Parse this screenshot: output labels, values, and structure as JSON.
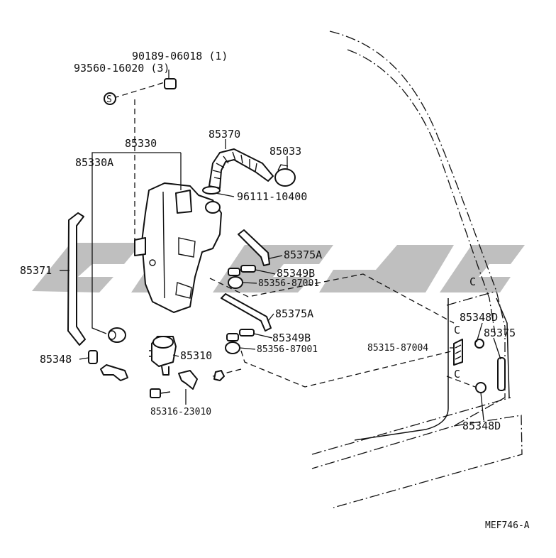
{
  "diagram_id": "MEF746-A",
  "parts": {
    "p9018906018": "90189-06018 (1)",
    "p9356016020": "93560-16020 (3)",
    "p85330": "85330",
    "p85330A": "85330A",
    "p85370": "85370",
    "p85033": "85033",
    "p9611110400": "96111-10400",
    "p85371": "85371",
    "p85375A_1": "85375A",
    "p85349B_1": "85349B",
    "p8535687001_1": "85356-87001",
    "p85375A_2": "85375A",
    "p85349B_2": "85349B",
    "p8535687001_2": "85356-87001",
    "p85348": "85348",
    "p85310": "85310",
    "p8531623010": "85316-23010",
    "p85348D_1": "85348D",
    "p85375": "85375",
    "p8531587004": "85315-87004",
    "p85348D_2": "85348D"
  },
  "markers": {
    "s_symbol": "S",
    "c_symbol": "C"
  },
  "colors": {
    "line": "#111111",
    "watermark": "#b4b4b4",
    "background": "#ffffff"
  }
}
